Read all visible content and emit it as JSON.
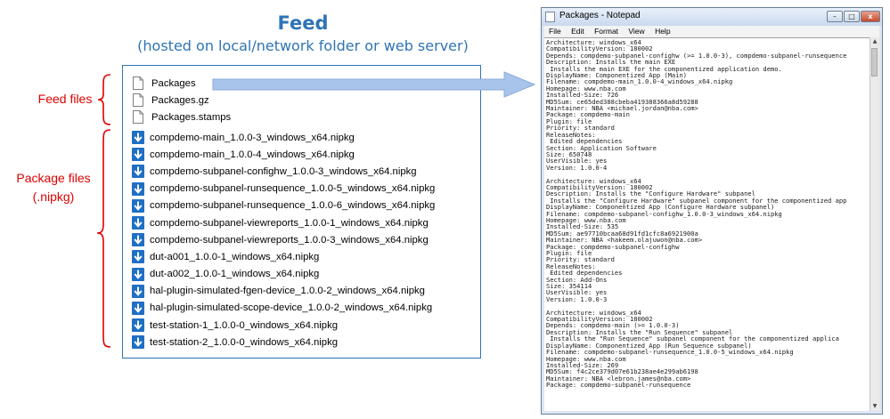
{
  "feed": {
    "title": "Feed",
    "subtitle": "(hosted on local/network folder or web server)"
  },
  "labels": {
    "feed_files": "Feed files",
    "package_files": "Package files",
    "package_ext": "(.nipkg)"
  },
  "feed_files": [
    "Packages",
    "Packages.gz",
    "Packages.stamps"
  ],
  "package_files": [
    "compdemo-main_1.0.0-3_windows_x64.nipkg",
    "compdemo-main_1.0.0-4_windows_x64.nipkg",
    "compdemo-subpanel-confighw_1.0.0-3_windows_x64.nipkg",
    "compdemo-subpanel-runsequence_1.0.0-5_windows_x64.nipkg",
    "compdemo-subpanel-runsequence_1.0.0-6_windows_x64.nipkg",
    "compdemo-subpanel-viewreports_1.0.0-1_windows_x64.nipkg",
    "compdemo-subpanel-viewreports_1.0.0-3_windows_x64.nipkg",
    "dut-a001_1.0.0-1_windows_x64.nipkg",
    "dut-a002_1.0.0-1_windows_x64.nipkg",
    "hal-plugin-simulated-fgen-device_1.0.0-2_windows_x64.nipkg",
    "hal-plugin-simulated-scope-device_1.0.0-2_windows_x64.nipkg",
    "test-station-1_1.0.0-0_windows_x64.nipkg",
    "test-station-2_1.0.0-0_windows_x64.nipkg"
  ],
  "notepad": {
    "title": "Packages - Notepad",
    "menu": [
      "File",
      "Edit",
      "Format",
      "View",
      "Help"
    ],
    "controls": {
      "minimize": "–",
      "maximize": "□",
      "close": "x"
    },
    "content": "Architecture: windows_x64\nCompatibilityVersion: 180002\nDepends: compdemo-subpanel-confighw (>= 1.0.0-3), compdemo-subpanel-runsequence\nDescription: Installs the main EXE\n Installs the main EXE for the componentized application demo.\nDisplayName: Componentized App (Main)\nFilename: compdemo-main_1.0.0-4_windows_x64.nipkg\nHomepage: www.nba.com\nInstalled-Size: 726\nMD5Sum: ce65ded388cbeba419388366a8d59288\nMaintainer: NBA <michael.jordan@nba.com>\nPackage: compdemo-main\nPlugin: file\nPriority: standard\nReleaseNotes:\n Edited dependencies\nSection: Application Software\nSize: 650748\nUserVisible: yes\nVersion: 1.0.0-4\n\nArchitecture: windows_x64\nCompatibilityVersion: 180002\nDescription: Installs the \"Configure Hardware\" subpanel\n Installs the \"Configure Hardware\" subpanel component for the componentized app\nDisplayName: Componentized App (Configure Hardware subpanel)\nFilename: compdemo-subpanel-confighw_1.0.0-3_windows_x64.nipkg\nHomepage: www.nba.com\nInstalled-Size: 535\nMD5Sum: ae97710bcaa68d91fd1cfc8a6921900a\nMaintainer: NBA <hakeem.olajuwon@nba.com>\nPackage: compdemo-subpanel-confighw\nPlugin: file\nPriority: standard\nReleaseNotes:\n Edited dependencies\nSection: Add-Ons\nSize: 354114\nUserVisible: yes\nVersion: 1.0.0-3\n\nArchitecture: windows_x64\nCompatibilityVersion: 180002\nDepends: compdemo-main (>= 1.0.0-3)\nDescription: Installs the \"Run Sequence\" subpanel\n Installs the \"Run Sequence\" subpanel component for the componentized applica\nDisplayName: Componentized App (Run Sequence subpanel)\nFilename: compdemo-subpanel-runsequence_1.0.0-5_windows_x64.nipkg\nHomepage: www.nba.com\nInstalled-Size: 269\nMD5Sum: f4c2ce379d07e61b238ae4e299ab6198\nMaintainer: NBA <lebron.james@nba.com>\nPackage: compdemo-subpanel-runsequence"
  },
  "colors": {
    "accent_blue": "#2e74b5",
    "label_red": "#e00000",
    "download_icon_blue": "#1f6fc5",
    "arrow_fill": "#a9c4ea"
  },
  "icons": {
    "feed_file": "document-icon",
    "package_file": "download-arrow-icon"
  }
}
